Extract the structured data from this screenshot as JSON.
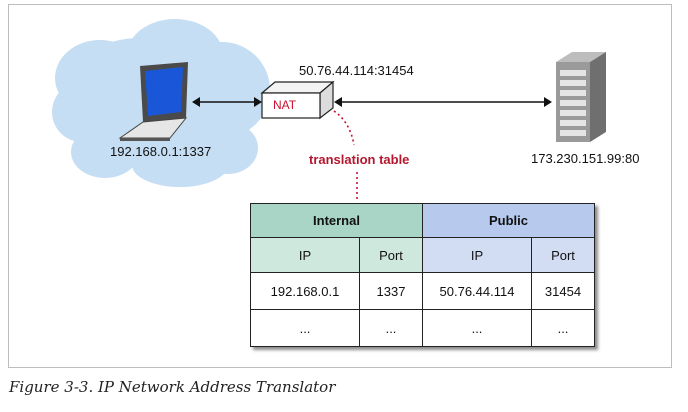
{
  "nodes": {
    "client_addr": "192.168.0.1:1337",
    "nat_label": "NAT",
    "nat_public_addr": "50.76.44.114:31454",
    "server_addr": "173.230.151.99:80"
  },
  "translation_label": "translation table",
  "table": {
    "group_headers": [
      "Internal",
      "Public"
    ],
    "sub_headers": [
      "IP",
      "Port",
      "IP",
      "Port"
    ],
    "rows": [
      [
        "192.168.0.1",
        "1337",
        "50.76.44.114",
        "31454"
      ],
      [
        "...",
        "...",
        "...",
        "..."
      ]
    ]
  },
  "caption": "Figure 3-3. IP Network Address Translator",
  "colors": {
    "internal_header": "#a8d5c5",
    "public_header": "#b7c9ec",
    "cloud": "#c5def3",
    "accent_red": "#c8102e"
  }
}
